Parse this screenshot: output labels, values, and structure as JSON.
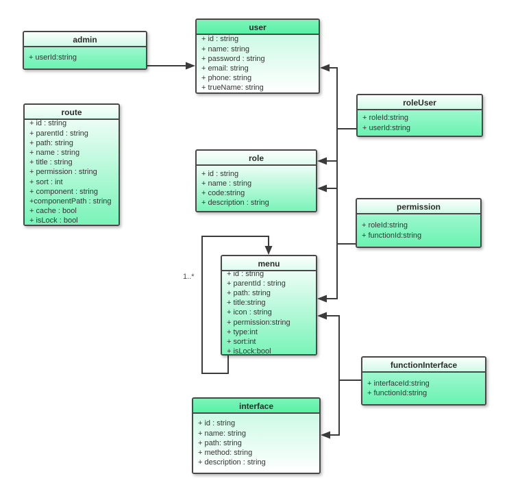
{
  "diagram": {
    "type": "uml-class-diagram",
    "background": "#ffffff",
    "colors": {
      "header_green": "#5cf1a7",
      "body_green": "#7df4ba",
      "pale_green": "#ecfdf6",
      "box_border": "#474747",
      "line": "#3b3b3b",
      "text": "#333333"
    },
    "entities": [
      {
        "name": "admin",
        "attributes": [
          "+ userId:string"
        ]
      },
      {
        "name": "user",
        "attributes": [
          "+ id : string",
          "+ name: string",
          "+ password : string",
          "+ email: string",
          "+ phone: string",
          "+ trueName: string"
        ]
      },
      {
        "name": "route",
        "attributes": [
          "+ id : string",
          "+ parentId : string",
          "+ path: string",
          "+ name : string",
          "+ title : string",
          "+ permission : string",
          "+ sort : int",
          "+ component : string",
          "+componentPath : string",
          "+ cache : bool",
          "+ isLock : bool"
        ]
      },
      {
        "name": "roleUser",
        "attributes": [
          "+ roleId:string",
          "+ userId:string"
        ]
      },
      {
        "name": "role",
        "attributes": [
          "+ id : string",
          "+ name : string",
          "+ code:string",
          "+ description : string"
        ]
      },
      {
        "name": "permission",
        "attributes": [
          "+ roleId:string",
          "+ functionId:string"
        ]
      },
      {
        "name": "menu",
        "attributes": [
          "+ id : string",
          "+ parentId : string",
          "+ path: string",
          "+ title:string",
          "+ icon : string",
          "+ permission:string",
          "+ type:int",
          "+ sort:int",
          "+ isLock:bool"
        ]
      },
      {
        "name": "functionInterface",
        "attributes": [
          "+ interfaceId:string",
          "+ functionId:string"
        ]
      },
      {
        "name": "interface",
        "attributes": [
          "+ id : string",
          "+ name: string",
          "+ path: string",
          "+ method: string",
          "+ description : string"
        ]
      }
    ],
    "relationships": [
      {
        "from": "admin",
        "to": "user",
        "arrow": "filled"
      },
      {
        "from": "roleUser",
        "to": "user",
        "arrow": "filled"
      },
      {
        "from": "roleUser",
        "to": "role",
        "arrow": "filled"
      },
      {
        "from": "permission",
        "to": "role",
        "arrow": "filled"
      },
      {
        "from": "permission",
        "to": "menu",
        "arrow": "filled"
      },
      {
        "from": "functionInterface",
        "to": "menu",
        "arrow": "filled"
      },
      {
        "from": "functionInterface",
        "to": "interface",
        "arrow": "filled"
      },
      {
        "from": "menu",
        "to": "menu",
        "arrow": "filled",
        "label": "1..*"
      }
    ],
    "menu_self_label": "1..*"
  }
}
